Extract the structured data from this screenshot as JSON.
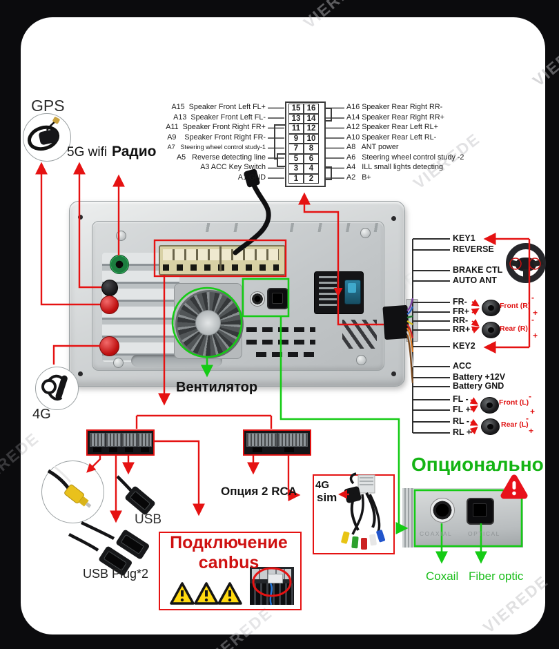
{
  "left_callouts": {
    "gps": "GPS",
    "wifi": "5G wifi",
    "radio": "Радио",
    "lte": "4G"
  },
  "pin_connector": {
    "rows": [
      {
        "left": "A15  Speaker Front Left FL+",
        "ln": "15",
        "rn": "16",
        "right": "A16 Speaker Rear Right RR-"
      },
      {
        "left": "A13  Speaker Front Left FL-",
        "ln": "13",
        "rn": "14",
        "right": "A14 Speaker Rear Right RR+"
      },
      {
        "left": "A11  Speaker Front Right FR+",
        "ln": "11",
        "rn": "12",
        "right": "A12 Speaker Rear Left RL+"
      },
      {
        "left": "A9    Speaker Front Right FR-",
        "ln": "9",
        "rn": "10",
        "right": "A10 Speaker Rear Left RL-"
      },
      {
        "left": "A7   Steering wheel control study-1",
        "ln": "7",
        "rn": "8",
        "right": "A8   ANT power"
      },
      {
        "left": "A5   Reverse detecting line",
        "ln": "5",
        "rn": "6",
        "right": "A6   Steering wheel control study -2"
      },
      {
        "left": "A3 ACC Key Switch",
        "ln": "3",
        "rn": "4",
        "right": "A4   ILL small lights detecting"
      },
      {
        "left": "A1 GND",
        "ln": "1",
        "rn": "2",
        "right": "A2   B+"
      }
    ]
  },
  "harness": {
    "wires": [
      "KEY1",
      "REVERSE",
      "BRAKE CTL",
      "AUTO ANT",
      "FR-",
      "FR+",
      "RR-",
      "RR+",
      "KEY2",
      "ACC",
      "Battery +12V",
      "Battery GND",
      "FL -",
      "FL +",
      "RL -",
      "RL +"
    ]
  },
  "speaker_taps": {
    "front_r": "Front (R)",
    "rear_r": "Rear (R)",
    "front_l": "Front (L)",
    "rear_l": "Rear (L)",
    "minus": "-",
    "plus": "+"
  },
  "unit": {
    "fan_label": "Вентилятор"
  },
  "bottom": {
    "usb": "USB",
    "usb_plug": "USB Plug*2",
    "canbus_line1": "Подключение",
    "canbus_line2": "canbus",
    "rca_option": "Опция 2 RCA",
    "sim_4g": "4G",
    "sim": "sim"
  },
  "optional": {
    "title": "Опционально",
    "coaxial": "Coxail",
    "fiber": "Fiber optic",
    "engraved_coaxial": "COAXIAL",
    "engraved_optical": "OPTICAL"
  },
  "colors": {
    "red": "#e51212",
    "green": "#15cb15"
  },
  "watermark": "VIEREDE"
}
